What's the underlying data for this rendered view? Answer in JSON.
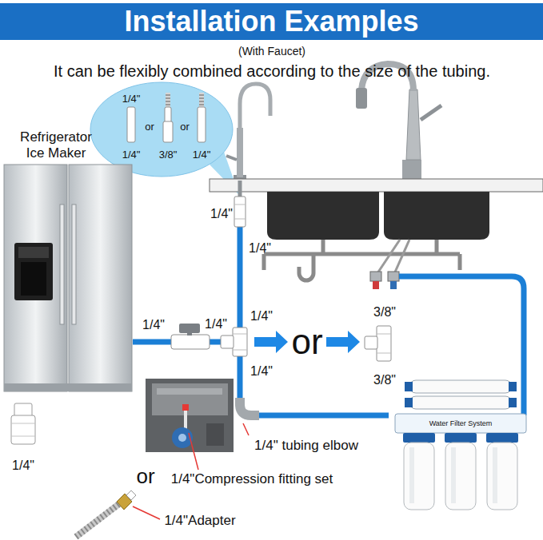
{
  "diagram": {
    "title": "Installation Examples",
    "nodes": [
      {
        "text": [
          "1/4\"",
          "or",
          "or",
          "1/4\"",
          "3/8\"",
          "1/4\""
        ]
      },
      {
        "text": [
          "Refrigerator Ice Maker"
        ]
      },
      {
        "text": [
          "Water Filter System"
        ]
      }
    ],
    "edges": [
      {
        "from": 2,
        "to": 1,
        "arrow": "none"
      }
    ],
    "labels": [
      "(With Faucet)",
      "It can be flexibly combined according to the size of the tubing.",
      "1/4\"",
      "1/4\"",
      "1/4\"",
      "1/4\"",
      "1/4\"",
      "or",
      "3/8\"",
      "1/4\"",
      "3/8\"",
      "1/4\" tubing elbow",
      "or",
      "1/4\"Compression fitting set",
      "1/4\"",
      "1/4\"Adapter"
    ]
  }
}
